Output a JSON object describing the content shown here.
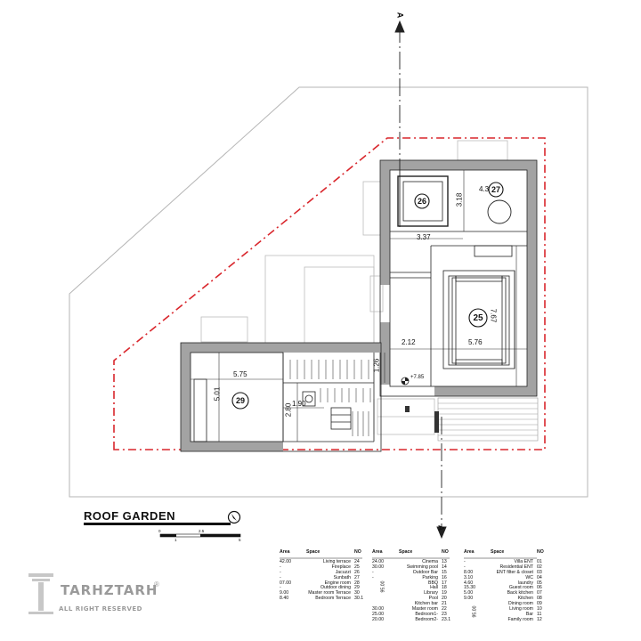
{
  "title": "ROOF GARDEN",
  "section_marker": "A",
  "level": "+7.85",
  "scale_ticks": [
    "0",
    "1",
    "2.5",
    "5"
  ],
  "rooms": [
    {
      "no": "26"
    },
    {
      "no": "27"
    },
    {
      "no": "25"
    },
    {
      "no": "29"
    }
  ],
  "dims": {
    "d318": "3.18",
    "d43": "4.3",
    "d337": "3.37",
    "d767": "7.67",
    "d212": "2.12",
    "d576": "5.76",
    "d575": "5.75",
    "d126": "1.26",
    "d501": "5.01",
    "d190": "1.90",
    "d280": "2.80"
  },
  "schedule_headers": {
    "area": "Area",
    "space": "Space",
    "no": "NO"
  },
  "schedule_col1": [
    {
      "area": "42.00",
      "space": "Living terrace",
      "no": "24"
    },
    {
      "area": "-",
      "space": "Fireplace",
      "no": "25"
    },
    {
      "area": "-",
      "space": "Jacuzzi",
      "no": "26"
    },
    {
      "area": "-",
      "space": "Sunbath",
      "no": "27"
    },
    {
      "area": "07.00",
      "space": "Engine room",
      "no": "28"
    },
    {
      "area": "-",
      "space": "Outdoor dining",
      "no": "29"
    },
    {
      "area": "9.00",
      "space": "Master room Terrace",
      "no": "30"
    },
    {
      "area": "8.40",
      "space": "Bedroom Terrace",
      "no": "30.1"
    }
  ],
  "schedule_col2": [
    {
      "area": "24.00",
      "space": "Cinema",
      "no": "13"
    },
    {
      "area": "30.00",
      "space": "Swimming pool",
      "no": "14"
    },
    {
      "area": "-",
      "space": "Outdoor Bar",
      "no": "15"
    },
    {
      "area": "-",
      "space": "Parking",
      "no": "16"
    },
    {
      "area": "",
      "space": "BBQ",
      "no": "17"
    },
    {
      "area": "",
      "space": "Hall",
      "no": "18"
    },
    {
      "area": "",
      "space": "Library",
      "no": "19"
    },
    {
      "area": "",
      "space": "Pool",
      "no": "20"
    },
    {
      "area": "",
      "space": "Kitchen bar",
      "no": "21"
    },
    {
      "area": "30.00",
      "space": "Master room",
      "no": "22"
    },
    {
      "area": "25.00",
      "space": "Bedroom1-",
      "no": "23"
    },
    {
      "area": "20.00",
      "space": "Bedroom2-",
      "no": "23.1"
    }
  ],
  "schedule_col2_merged_area": "95.00",
  "schedule_col3": [
    {
      "area": "-",
      "space": "Villa ENT",
      "no": "01"
    },
    {
      "area": "-",
      "space": "Residential ENT",
      "no": "02"
    },
    {
      "area": "8.00",
      "space": "ENT filter & closet",
      "no": "03"
    },
    {
      "area": "3.10",
      "space": "WC",
      "no": "04"
    },
    {
      "area": "4.60",
      "space": "laundry",
      "no": "05"
    },
    {
      "area": "15.30",
      "space": "Guest room",
      "no": "06"
    },
    {
      "area": "5.00",
      "space": "Back kitchen",
      "no": "07"
    },
    {
      "area": "9.00",
      "space": "Kitchen",
      "no": "08"
    },
    {
      "area": "",
      "space": "Dining room",
      "no": "09"
    },
    {
      "area": "",
      "space": "Living room",
      "no": "10"
    },
    {
      "area": "",
      "space": "Bar",
      "no": "11"
    },
    {
      "area": "",
      "space": "Family room",
      "no": "12"
    }
  ],
  "schedule_col3_merged_area": "95.00",
  "logo": {
    "name": "TARHZTARH",
    "tagline": "ALL RIGHT RESERVED",
    "reg": "®"
  },
  "colors": {
    "wall": "#9e9e9e",
    "boundary": "#d9262c",
    "line": "#222222",
    "light": "#b5b5b5"
  }
}
